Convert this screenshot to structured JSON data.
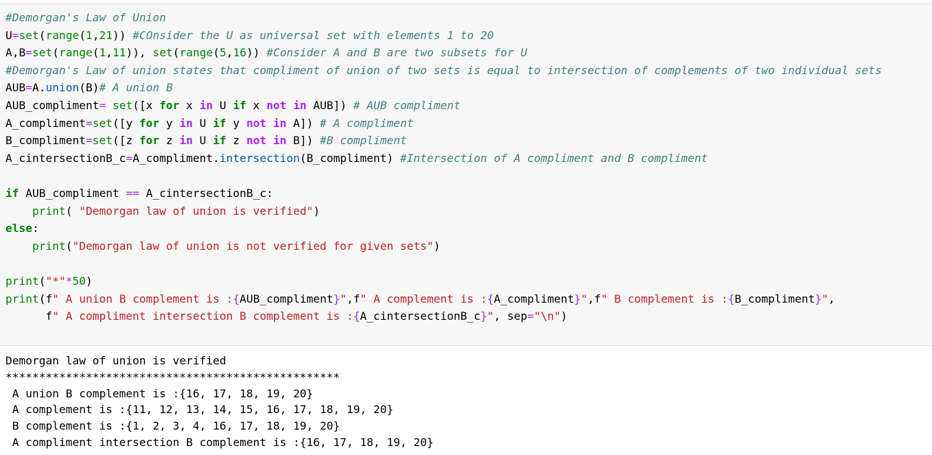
{
  "code_cell": {
    "lines": [
      [
        {
          "t": "#Demorgan's Law of Union",
          "c": "cm"
        }
      ],
      [
        {
          "t": "U",
          "c": "pl"
        },
        {
          "t": "=",
          "c": "op"
        },
        {
          "t": "set",
          "c": "bi"
        },
        {
          "t": "(",
          "c": "pl"
        },
        {
          "t": "range",
          "c": "bi"
        },
        {
          "t": "(",
          "c": "pl"
        },
        {
          "t": "1",
          "c": "nm"
        },
        {
          "t": ",",
          "c": "pl"
        },
        {
          "t": "21",
          "c": "nm"
        },
        {
          "t": ")) ",
          "c": "pl"
        },
        {
          "t": "#COnsider the U as universal set with elements 1 to 20",
          "c": "cm"
        }
      ],
      [
        {
          "t": "A,B",
          "c": "pl"
        },
        {
          "t": "=",
          "c": "op"
        },
        {
          "t": "set",
          "c": "bi"
        },
        {
          "t": "(",
          "c": "pl"
        },
        {
          "t": "range",
          "c": "bi"
        },
        {
          "t": "(",
          "c": "pl"
        },
        {
          "t": "1",
          "c": "nm"
        },
        {
          "t": ",",
          "c": "pl"
        },
        {
          "t": "11",
          "c": "nm"
        },
        {
          "t": ")), ",
          "c": "pl"
        },
        {
          "t": "set",
          "c": "bi"
        },
        {
          "t": "(",
          "c": "pl"
        },
        {
          "t": "range",
          "c": "bi"
        },
        {
          "t": "(",
          "c": "pl"
        },
        {
          "t": "5",
          "c": "nm"
        },
        {
          "t": ",",
          "c": "pl"
        },
        {
          "t": "16",
          "c": "nm"
        },
        {
          "t": ")) ",
          "c": "pl"
        },
        {
          "t": "#Consider A and B are two subsets for U",
          "c": "cm"
        }
      ],
      [
        {
          "t": "#Demorgan's Law of union states that compliment of union of two sets is equal to intersection of complements of two individual sets",
          "c": "cm"
        }
      ],
      [
        {
          "t": "AUB",
          "c": "pl"
        },
        {
          "t": "=",
          "c": "op"
        },
        {
          "t": "A.",
          "c": "pl"
        },
        {
          "t": "union",
          "c": "me"
        },
        {
          "t": "(B)",
          "c": "pl"
        },
        {
          "t": "# A union B",
          "c": "cm"
        }
      ],
      [
        {
          "t": "AUB_compliment",
          "c": "pl"
        },
        {
          "t": "=",
          "c": "op"
        },
        {
          "t": " ",
          "c": "pl"
        },
        {
          "t": "set",
          "c": "bi"
        },
        {
          "t": "([x ",
          "c": "pl"
        },
        {
          "t": "for",
          "c": "kw"
        },
        {
          "t": " x ",
          "c": "pl"
        },
        {
          "t": "in",
          "c": "ow"
        },
        {
          "t": " U ",
          "c": "pl"
        },
        {
          "t": "if",
          "c": "kw"
        },
        {
          "t": " x ",
          "c": "pl"
        },
        {
          "t": "not",
          "c": "ow"
        },
        {
          "t": " ",
          "c": "pl"
        },
        {
          "t": "in",
          "c": "ow"
        },
        {
          "t": " AUB]) ",
          "c": "pl"
        },
        {
          "t": "# AUB compliment",
          "c": "cm"
        }
      ],
      [
        {
          "t": "A_compliment",
          "c": "pl"
        },
        {
          "t": "=",
          "c": "op"
        },
        {
          "t": "set",
          "c": "bi"
        },
        {
          "t": "([y ",
          "c": "pl"
        },
        {
          "t": "for",
          "c": "kw"
        },
        {
          "t": " y ",
          "c": "pl"
        },
        {
          "t": "in",
          "c": "ow"
        },
        {
          "t": " U ",
          "c": "pl"
        },
        {
          "t": "if",
          "c": "kw"
        },
        {
          "t": " y ",
          "c": "pl"
        },
        {
          "t": "not",
          "c": "ow"
        },
        {
          "t": " ",
          "c": "pl"
        },
        {
          "t": "in",
          "c": "ow"
        },
        {
          "t": " A]) ",
          "c": "pl"
        },
        {
          "t": "# A compliment",
          "c": "cm"
        }
      ],
      [
        {
          "t": "B_compliment",
          "c": "pl"
        },
        {
          "t": "=",
          "c": "op"
        },
        {
          "t": "set",
          "c": "bi"
        },
        {
          "t": "([z ",
          "c": "pl"
        },
        {
          "t": "for",
          "c": "kw"
        },
        {
          "t": " z ",
          "c": "pl"
        },
        {
          "t": "in",
          "c": "ow"
        },
        {
          "t": " U ",
          "c": "pl"
        },
        {
          "t": "if",
          "c": "kw"
        },
        {
          "t": " z ",
          "c": "pl"
        },
        {
          "t": "not",
          "c": "ow"
        },
        {
          "t": " ",
          "c": "pl"
        },
        {
          "t": "in",
          "c": "ow"
        },
        {
          "t": " B]) ",
          "c": "pl"
        },
        {
          "t": "#B compliment",
          "c": "cm"
        }
      ],
      [
        {
          "t": "A_cintersectionB_c",
          "c": "pl"
        },
        {
          "t": "=",
          "c": "op"
        },
        {
          "t": "A_compliment.",
          "c": "pl"
        },
        {
          "t": "intersection",
          "c": "me"
        },
        {
          "t": "(B_compliment) ",
          "c": "pl"
        },
        {
          "t": "#Intersection of A compliment and B compliment",
          "c": "cm"
        }
      ],
      [],
      [
        {
          "t": "if",
          "c": "kw"
        },
        {
          "t": " AUB_compliment ",
          "c": "pl"
        },
        {
          "t": "==",
          "c": "op"
        },
        {
          "t": " A_cintersectionB_c:",
          "c": "pl"
        }
      ],
      [
        {
          "t": "    ",
          "c": "pl"
        },
        {
          "t": "print",
          "c": "bi"
        },
        {
          "t": "( ",
          "c": "pl"
        },
        {
          "t": "\"Demorgan law of union is verified\"",
          "c": "st"
        },
        {
          "t": ")",
          "c": "pl"
        }
      ],
      [
        {
          "t": "else",
          "c": "kw"
        },
        {
          "t": ":",
          "c": "pl"
        }
      ],
      [
        {
          "t": "    ",
          "c": "pl"
        },
        {
          "t": "print",
          "c": "bi"
        },
        {
          "t": "(",
          "c": "pl"
        },
        {
          "t": "\"Demorgan law of union is not verified for given sets\"",
          "c": "st"
        },
        {
          "t": ")",
          "c": "pl"
        }
      ],
      [],
      [
        {
          "t": "print",
          "c": "bi"
        },
        {
          "t": "(",
          "c": "pl"
        },
        {
          "t": "\"*\"",
          "c": "st"
        },
        {
          "t": "*",
          "c": "op"
        },
        {
          "t": "50",
          "c": "nm"
        },
        {
          "t": ")",
          "c": "pl"
        }
      ],
      [
        {
          "t": "print",
          "c": "bi"
        },
        {
          "t": "(f",
          "c": "pl"
        },
        {
          "t": "\" A union B complement is :",
          "c": "st"
        },
        {
          "t": "{",
          "c": "op"
        },
        {
          "t": "AUB_compliment",
          "c": "pl"
        },
        {
          "t": "}",
          "c": "op"
        },
        {
          "t": "\"",
          "c": "st"
        },
        {
          "t": ",f",
          "c": "pl"
        },
        {
          "t": "\" A complement is :",
          "c": "st"
        },
        {
          "t": "{",
          "c": "op"
        },
        {
          "t": "A_compliment",
          "c": "pl"
        },
        {
          "t": "}",
          "c": "op"
        },
        {
          "t": "\"",
          "c": "st"
        },
        {
          "t": ",f",
          "c": "pl"
        },
        {
          "t": "\" B complement is :",
          "c": "st"
        },
        {
          "t": "{",
          "c": "op"
        },
        {
          "t": "B_compliment",
          "c": "pl"
        },
        {
          "t": "}",
          "c": "op"
        },
        {
          "t": "\"",
          "c": "st"
        },
        {
          "t": ",",
          "c": "pl"
        }
      ],
      [
        {
          "t": "      f",
          "c": "pl"
        },
        {
          "t": "\" A compliment intersection B complement is :",
          "c": "st"
        },
        {
          "t": "{",
          "c": "op"
        },
        {
          "t": "A_cintersectionB_c",
          "c": "pl"
        },
        {
          "t": "}",
          "c": "op"
        },
        {
          "t": "\"",
          "c": "st"
        },
        {
          "t": ", sep",
          "c": "pl"
        },
        {
          "t": "=",
          "c": "op"
        },
        {
          "t": "\"\\n\"",
          "c": "st"
        },
        {
          "t": ")",
          "c": "pl"
        }
      ]
    ]
  },
  "output": {
    "lines": [
      "Demorgan law of union is verified",
      "**************************************************",
      " A union B complement is :{16, 17, 18, 19, 20}",
      " A complement is :{11, 12, 13, 14, 15, 16, 17, 18, 19, 20}",
      " B complement is :{1, 2, 3, 4, 16, 17, 18, 19, 20}",
      " A compliment intersection B complement is :{16, 17, 18, 19, 20}"
    ]
  },
  "colors": {
    "comment": "#408080",
    "keyword": "#008000",
    "operator_word": "#aa22ff",
    "builtin": "#008000",
    "operator": "#aa22ff",
    "number": "#008000",
    "string": "#ba2121",
    "method": "#0055aa",
    "cell_background": "#f7f7f7"
  }
}
